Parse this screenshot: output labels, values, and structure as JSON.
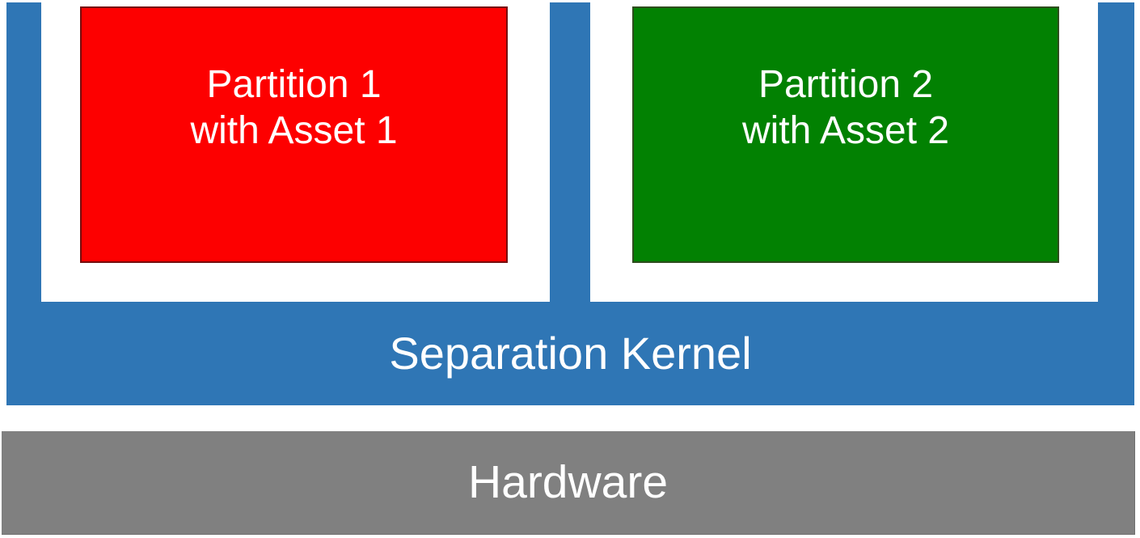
{
  "colors": {
    "background": "#FFFFFF",
    "kernel_blue": "#2F76B5",
    "partition1_fill": "#FD0000",
    "partition1_border": "#760D0D",
    "partition2_fill": "#028102",
    "partition2_border": "#2E4D1D",
    "hardware_gray": "#808080",
    "text_white": "#FFFFFF"
  },
  "diagram": {
    "partitions": [
      {
        "line1": "Partition 1",
        "line2": "with Asset 1"
      },
      {
        "line1": "Partition 2",
        "line2": "with Asset 2"
      }
    ],
    "kernel_label": "Separation Kernel",
    "hardware_label": "Hardware"
  }
}
